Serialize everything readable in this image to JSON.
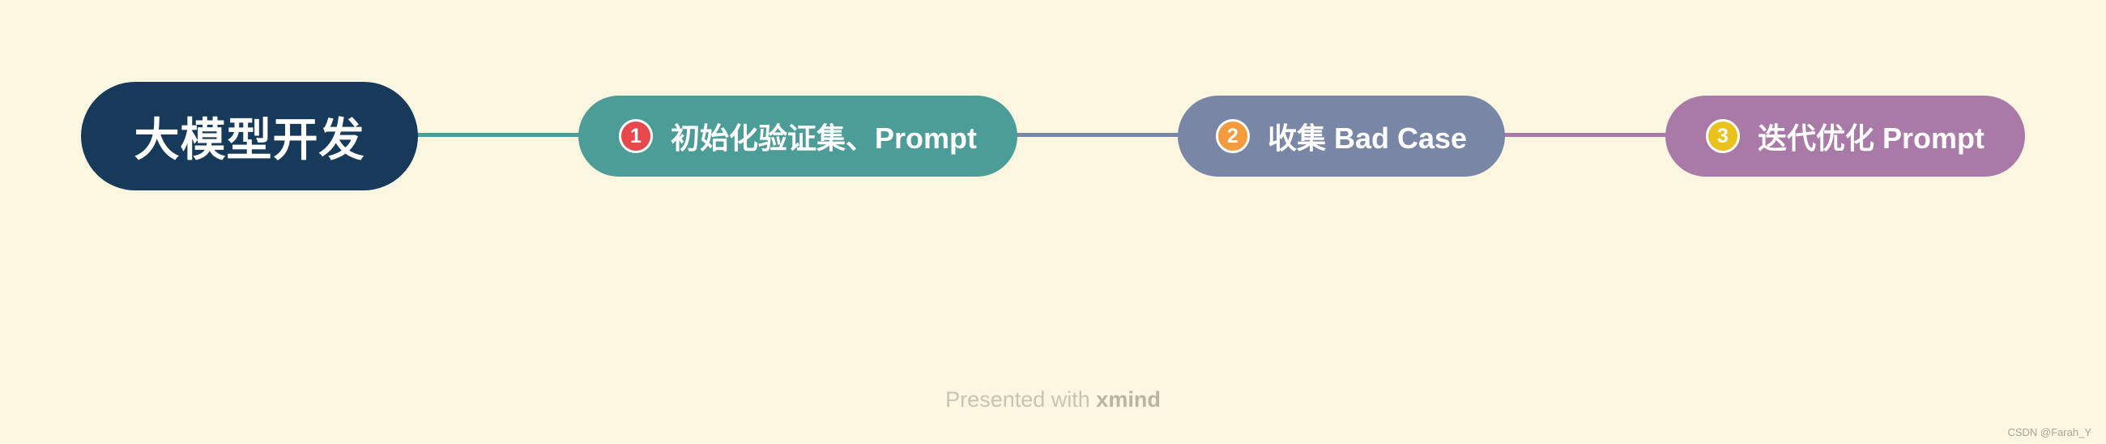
{
  "colors": {
    "background": "#fbf6e0",
    "root": "#173a5a",
    "topic1": "#4c9c98",
    "topic2": "#7a86a6",
    "topic3": "#a97aa8",
    "badge1": "#e8474c",
    "badge2": "#f39a3c",
    "badge3": "#e9c21c"
  },
  "root": {
    "label": "大模型开发"
  },
  "topics": [
    {
      "badge": "1",
      "label": "初始化验证集、Prompt"
    },
    {
      "badge": "2",
      "label": "收集 Bad Case"
    },
    {
      "badge": "3",
      "label": "迭代优化 Prompt"
    }
  ],
  "footer": {
    "prefix": "Presented with",
    "brand": "xmind"
  },
  "watermark": "CSDN @Farah_Y"
}
